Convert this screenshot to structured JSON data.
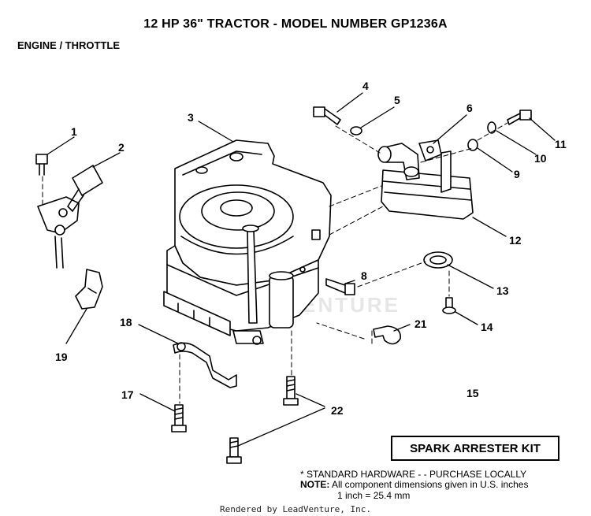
{
  "title": "12 HP 36\" TRACTOR  - MODEL NUMBER GP1236A",
  "subtitle": "ENGINE / THROTTLE",
  "callouts": [
    "1",
    "2",
    "3",
    "4",
    "5",
    "6",
    "8",
    "9",
    "10",
    "11",
    "12",
    "13",
    "14",
    "15",
    "17",
    "18",
    "19",
    "21",
    "22"
  ],
  "kit_label": "SPARK ARRESTER KIT",
  "notes": {
    "standard": "* STANDARD HARDWARE - - PURCHASE LOCALLY",
    "note_label": "NOTE:",
    "note_text": "All component dimensions given in U.S. inches",
    "conversion": "1 inch = 25.4 mm"
  },
  "watermark": "LEADVENTURE",
  "footer": "Rendered by LeadVenture, Inc."
}
